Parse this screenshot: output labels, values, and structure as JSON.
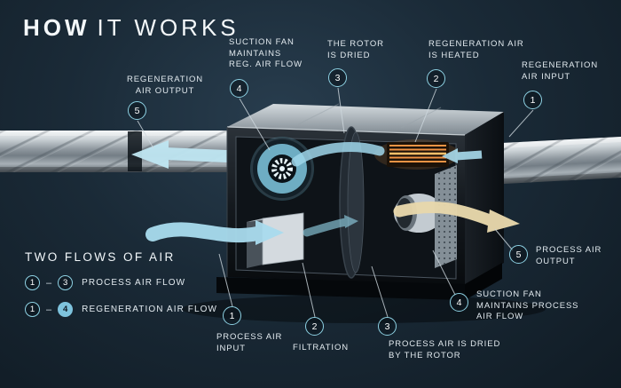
{
  "title": {
    "word1": "HOW",
    "word2": "IT WORKS"
  },
  "callouts": [
    {
      "num": "5",
      "label": "REGENERATION\nAIR OUTPUT"
    },
    {
      "num": "4",
      "label": "SUCTION FAN\nMAINTAINS\nREG. AIR FLOW"
    },
    {
      "num": "3",
      "label": "THE ROTOR\nIS DRIED"
    },
    {
      "num": "2",
      "label": "REGENERATION AIR\nIS HEATED"
    },
    {
      "num": "1",
      "label": "REGENERATION\nAIR INPUT"
    },
    {
      "num": "5",
      "label": "PROCESS AIR\nOUTPUT"
    },
    {
      "num": "4",
      "label": "SUCTION FAN\nMAINTAINS PROCESS\nAIR FLOW"
    },
    {
      "num": "3",
      "label": "PROCESS AIR IS DRIED\nBY THE ROTOR"
    },
    {
      "num": "2",
      "label": "FILTRATION"
    },
    {
      "num": "1",
      "label": "PROCESS AIR\nINPUT"
    }
  ],
  "legend": {
    "title": "TWO FLOWS OF AIR",
    "separator": "–",
    "rows": [
      {
        "from": "1",
        "to": "3",
        "label": "PROCESS AIR FLOW"
      },
      {
        "from": "1",
        "to": "4",
        "label": "REGENERATION AIR FLOW"
      }
    ]
  },
  "colors": {
    "background": "#1a2a37",
    "accent_cyan": "#8ed2e4",
    "text": "#e2eaef",
    "flow_blue": "#a9dcee",
    "flow_tan": "#e7d7ab",
    "heater_orange": "#f09344"
  }
}
